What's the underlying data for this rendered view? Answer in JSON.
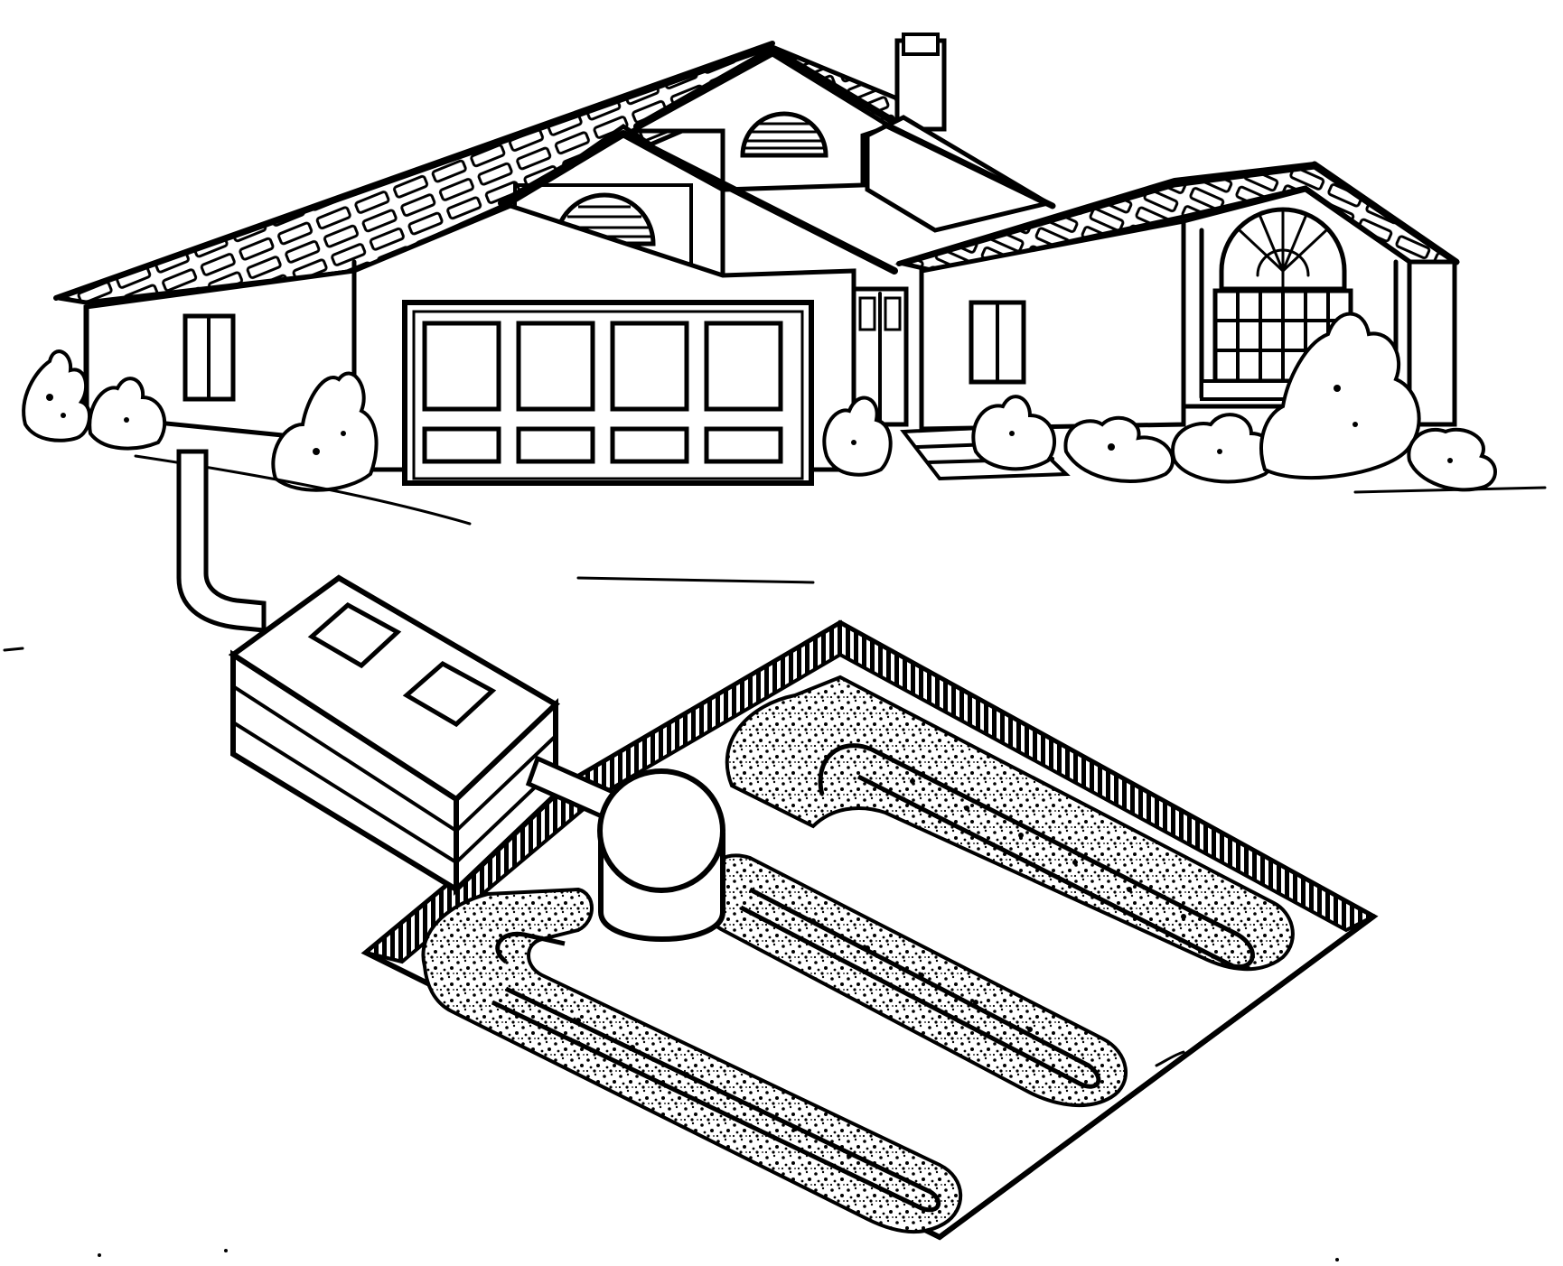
{
  "figure": {
    "subject": "",
    "ink_color": "#000000",
    "paper_color": "#ffffff"
  },
  "parts": {
    "house": "house-illustration",
    "drain_pipe": "pipe",
    "septic_tank": "tank",
    "distribution_box": "box",
    "excavation": "trench",
    "laterals": [
      "lateral-1",
      "lateral-2",
      "lateral-3",
      "lateral-4"
    ]
  }
}
